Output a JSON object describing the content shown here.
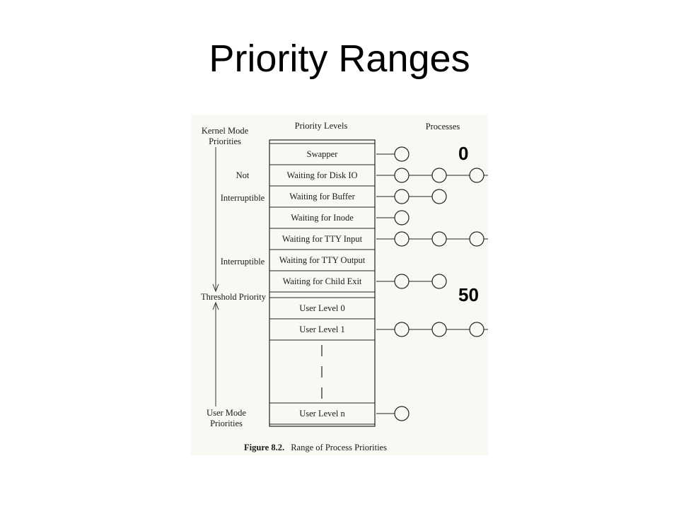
{
  "slide": {
    "title": "Priority Ranges"
  },
  "figure": {
    "header_levels": "Priority Levels",
    "header_processes": "Processes",
    "left_labels": {
      "kernel_mode_1": "Kernel Mode",
      "kernel_mode_2": "Priorities",
      "not": "Not",
      "interruptible_1": "Interruptible",
      "interruptible_2": "Interruptible",
      "threshold": "Threshold Priority",
      "user_mode_1": "User Mode",
      "user_mode_2": "Priorities"
    },
    "levels": [
      {
        "label": "Swapper",
        "processes": 1
      },
      {
        "label": "Waiting for Disk IO",
        "processes": 3
      },
      {
        "label": "Waiting for Buffer",
        "processes": 2
      },
      {
        "label": "Waiting for Inode",
        "processes": 1
      },
      {
        "label": "Waiting for TTY Input",
        "processes": 3
      },
      {
        "label": "Waiting for TTY Output",
        "processes": 0
      },
      {
        "label": "Waiting for Child Exit",
        "processes": 2
      },
      {
        "label": "User Level 0",
        "processes": 0
      },
      {
        "label": "User Level 1",
        "processes": 3
      },
      {
        "label": "User Level n",
        "processes": 1
      }
    ],
    "caption_bold": "Figure 8.2.",
    "caption_rest": "Range of Process Priorities"
  },
  "markers": {
    "top": "0",
    "threshold": "50"
  }
}
